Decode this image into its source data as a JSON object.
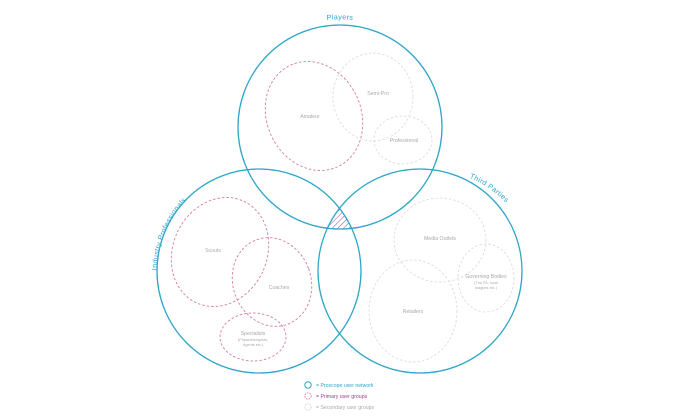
{
  "colors": {
    "network": "#2fa6c9",
    "primary": "#d67aa6",
    "secondary": "#dcdcdc",
    "hatch": "#8a2a8a",
    "label": "#a9a9a9"
  },
  "main_circles": {
    "players": "Players",
    "third_parties": "Third Parties",
    "industry": "Industry Professionals"
  },
  "groups": {
    "amateur": "Amateur",
    "semi_pro": "Semi-Pro",
    "professional": "Professional",
    "media_outlets": "Media Outlets",
    "governing_bodies": "Governing Bodies",
    "governing_bodies_sub1": "(The FA, local",
    "governing_bodies_sub2": "leagues etc.)",
    "retailers": "Retailers",
    "scouts": "Scouts",
    "coaches": "Coaches",
    "specialists": "Specialists",
    "specialists_sub1": "(Physiotherapists,",
    "specialists_sub2": "Agents etc.)"
  },
  "legend": {
    "network": "= Proscope user network",
    "primary": "= Primary user groups",
    "secondary": "= Secondary user groups"
  }
}
